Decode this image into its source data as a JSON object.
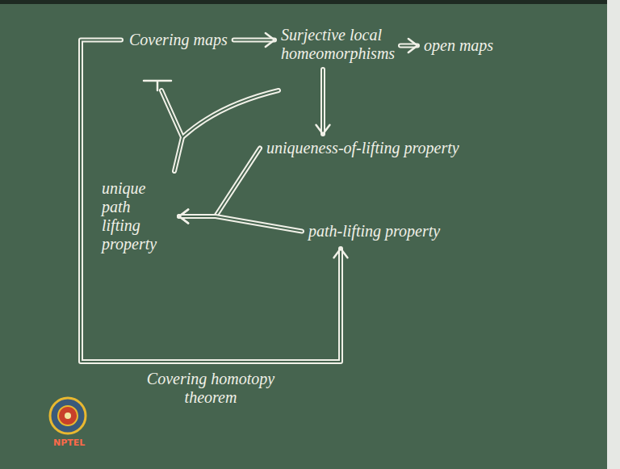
{
  "diagram": {
    "nodes": [
      {
        "text": [
          "Covering maps"
        ]
      },
      {
        "text": [
          "Surjective local homeomorphisms"
        ]
      },
      {
        "text": [
          "open maps"
        ]
      },
      {
        "text": [
          "uniqueness-of-lifting property"
        ]
      },
      {
        "text": [
          "unique path lifting property"
        ]
      },
      {
        "text": [
          "path-lifting property"
        ]
      }
    ],
    "edges": [
      {
        "from": 0,
        "to": 1,
        "arrow": "to"
      },
      {
        "from": 1,
        "to": 2,
        "arrow": "to"
      },
      {
        "from": 1,
        "to": 3,
        "arrow": "to"
      },
      {
        "from": 3,
        "to": 4,
        "arrow": "to"
      },
      {
        "from": 5,
        "to": 4,
        "arrow": "to"
      },
      {
        "from": 0,
        "to": 5,
        "label": "Covering homotopy theorem",
        "arrow": "to"
      }
    ],
    "labels": [
      "NPTEL"
    ]
  }
}
